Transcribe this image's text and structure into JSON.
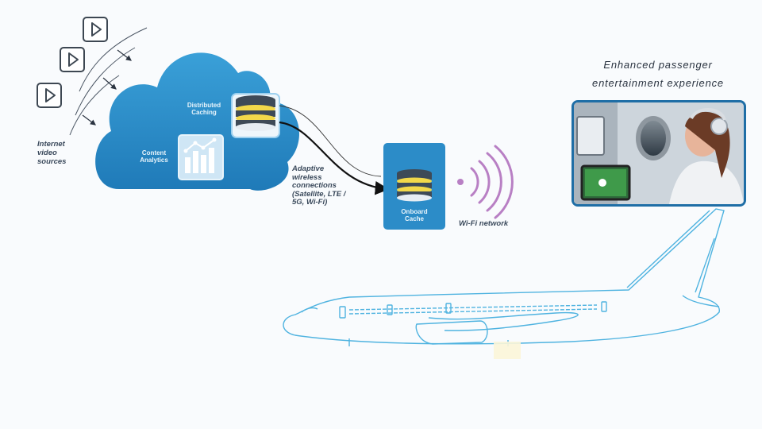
{
  "internet_sources": {
    "label": "Internet\nvideo\nsources",
    "icon": "play-icon"
  },
  "cloud": {
    "distributed_caching": "Distributed\nCaching",
    "content_analytics": "Content\nAnalytics",
    "color": "#2b8ac6"
  },
  "link": {
    "label": "Adaptive\nwireless\nconnections\n(Satellite, LTE /\n5G, Wi-Fi)"
  },
  "onboard_cache": {
    "label": "Onboard\nCache",
    "color": "#2c8cc8"
  },
  "wifi": {
    "label": "Wi-Fi network",
    "color": "#b87fc4"
  },
  "passenger": {
    "title": "Enhanced passenger\nentertainment experience"
  },
  "airplane": {
    "outline_color": "#4fb3e0"
  }
}
